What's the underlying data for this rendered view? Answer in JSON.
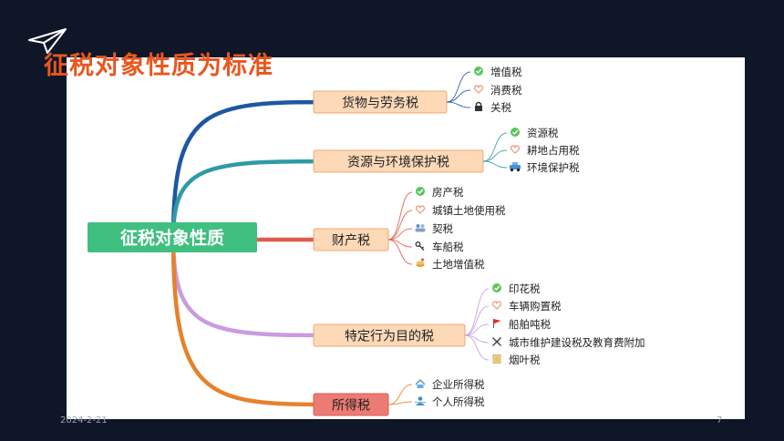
{
  "slide": {
    "title": "征税对象性质为标准",
    "date": "2024-2-21",
    "page_number": "7"
  },
  "mindmap": {
    "root": "征税对象性质",
    "branches": [
      {
        "label": "货物与劳务税",
        "color": "#1d57a4",
        "box_fill": "#fdd9b8",
        "box_stroke": "#f0a872",
        "leaves": [
          {
            "label": "增值税",
            "icon": "check-icon"
          },
          {
            "label": "消费税",
            "icon": "heart-icon"
          },
          {
            "label": "关税",
            "icon": "lock-icon"
          }
        ]
      },
      {
        "label": "资源与环境保护税",
        "color": "#2f9aa6",
        "box_fill": "#fdd9b8",
        "box_stroke": "#f0a872",
        "leaves": [
          {
            "label": "资源税",
            "icon": "check-icon"
          },
          {
            "label": "耕地占用税",
            "icon": "heart-icon"
          },
          {
            "label": "环境保护税",
            "icon": "car-icon"
          }
        ]
      },
      {
        "label": "财产税",
        "color": "#e05a4f",
        "box_fill": "#fdd9b8",
        "box_stroke": "#f0a872",
        "leaves": [
          {
            "label": "房产税",
            "icon": "check-icon"
          },
          {
            "label": "城镇土地使用税",
            "icon": "heart-icon"
          },
          {
            "label": "契税",
            "icon": "people-icon"
          },
          {
            "label": "车船税",
            "icon": "key-icon"
          },
          {
            "label": "土地增值税",
            "icon": "coins-icon"
          }
        ]
      },
      {
        "label": "特定行为目的税",
        "color": "#c99be0",
        "box_fill": "#fdd9b8",
        "box_stroke": "#f0a872",
        "leaves": [
          {
            "label": "印花税",
            "icon": "check-icon"
          },
          {
            "label": "车辆购置税",
            "icon": "heart-icon"
          },
          {
            "label": "船舶吨税",
            "icon": "flag-icon"
          },
          {
            "label": "城市维护建设税及教育费附加",
            "icon": "tools-icon"
          },
          {
            "label": "烟叶税",
            "icon": "book-icon"
          }
        ]
      },
      {
        "label": "所得税",
        "color": "#e6812c",
        "box_fill": "#ec7b73",
        "box_stroke": "#d65e57",
        "leaves": [
          {
            "label": "企业所得税",
            "icon": "building-icon"
          },
          {
            "label": "个人所得税",
            "icon": "person-icon"
          }
        ]
      }
    ]
  }
}
